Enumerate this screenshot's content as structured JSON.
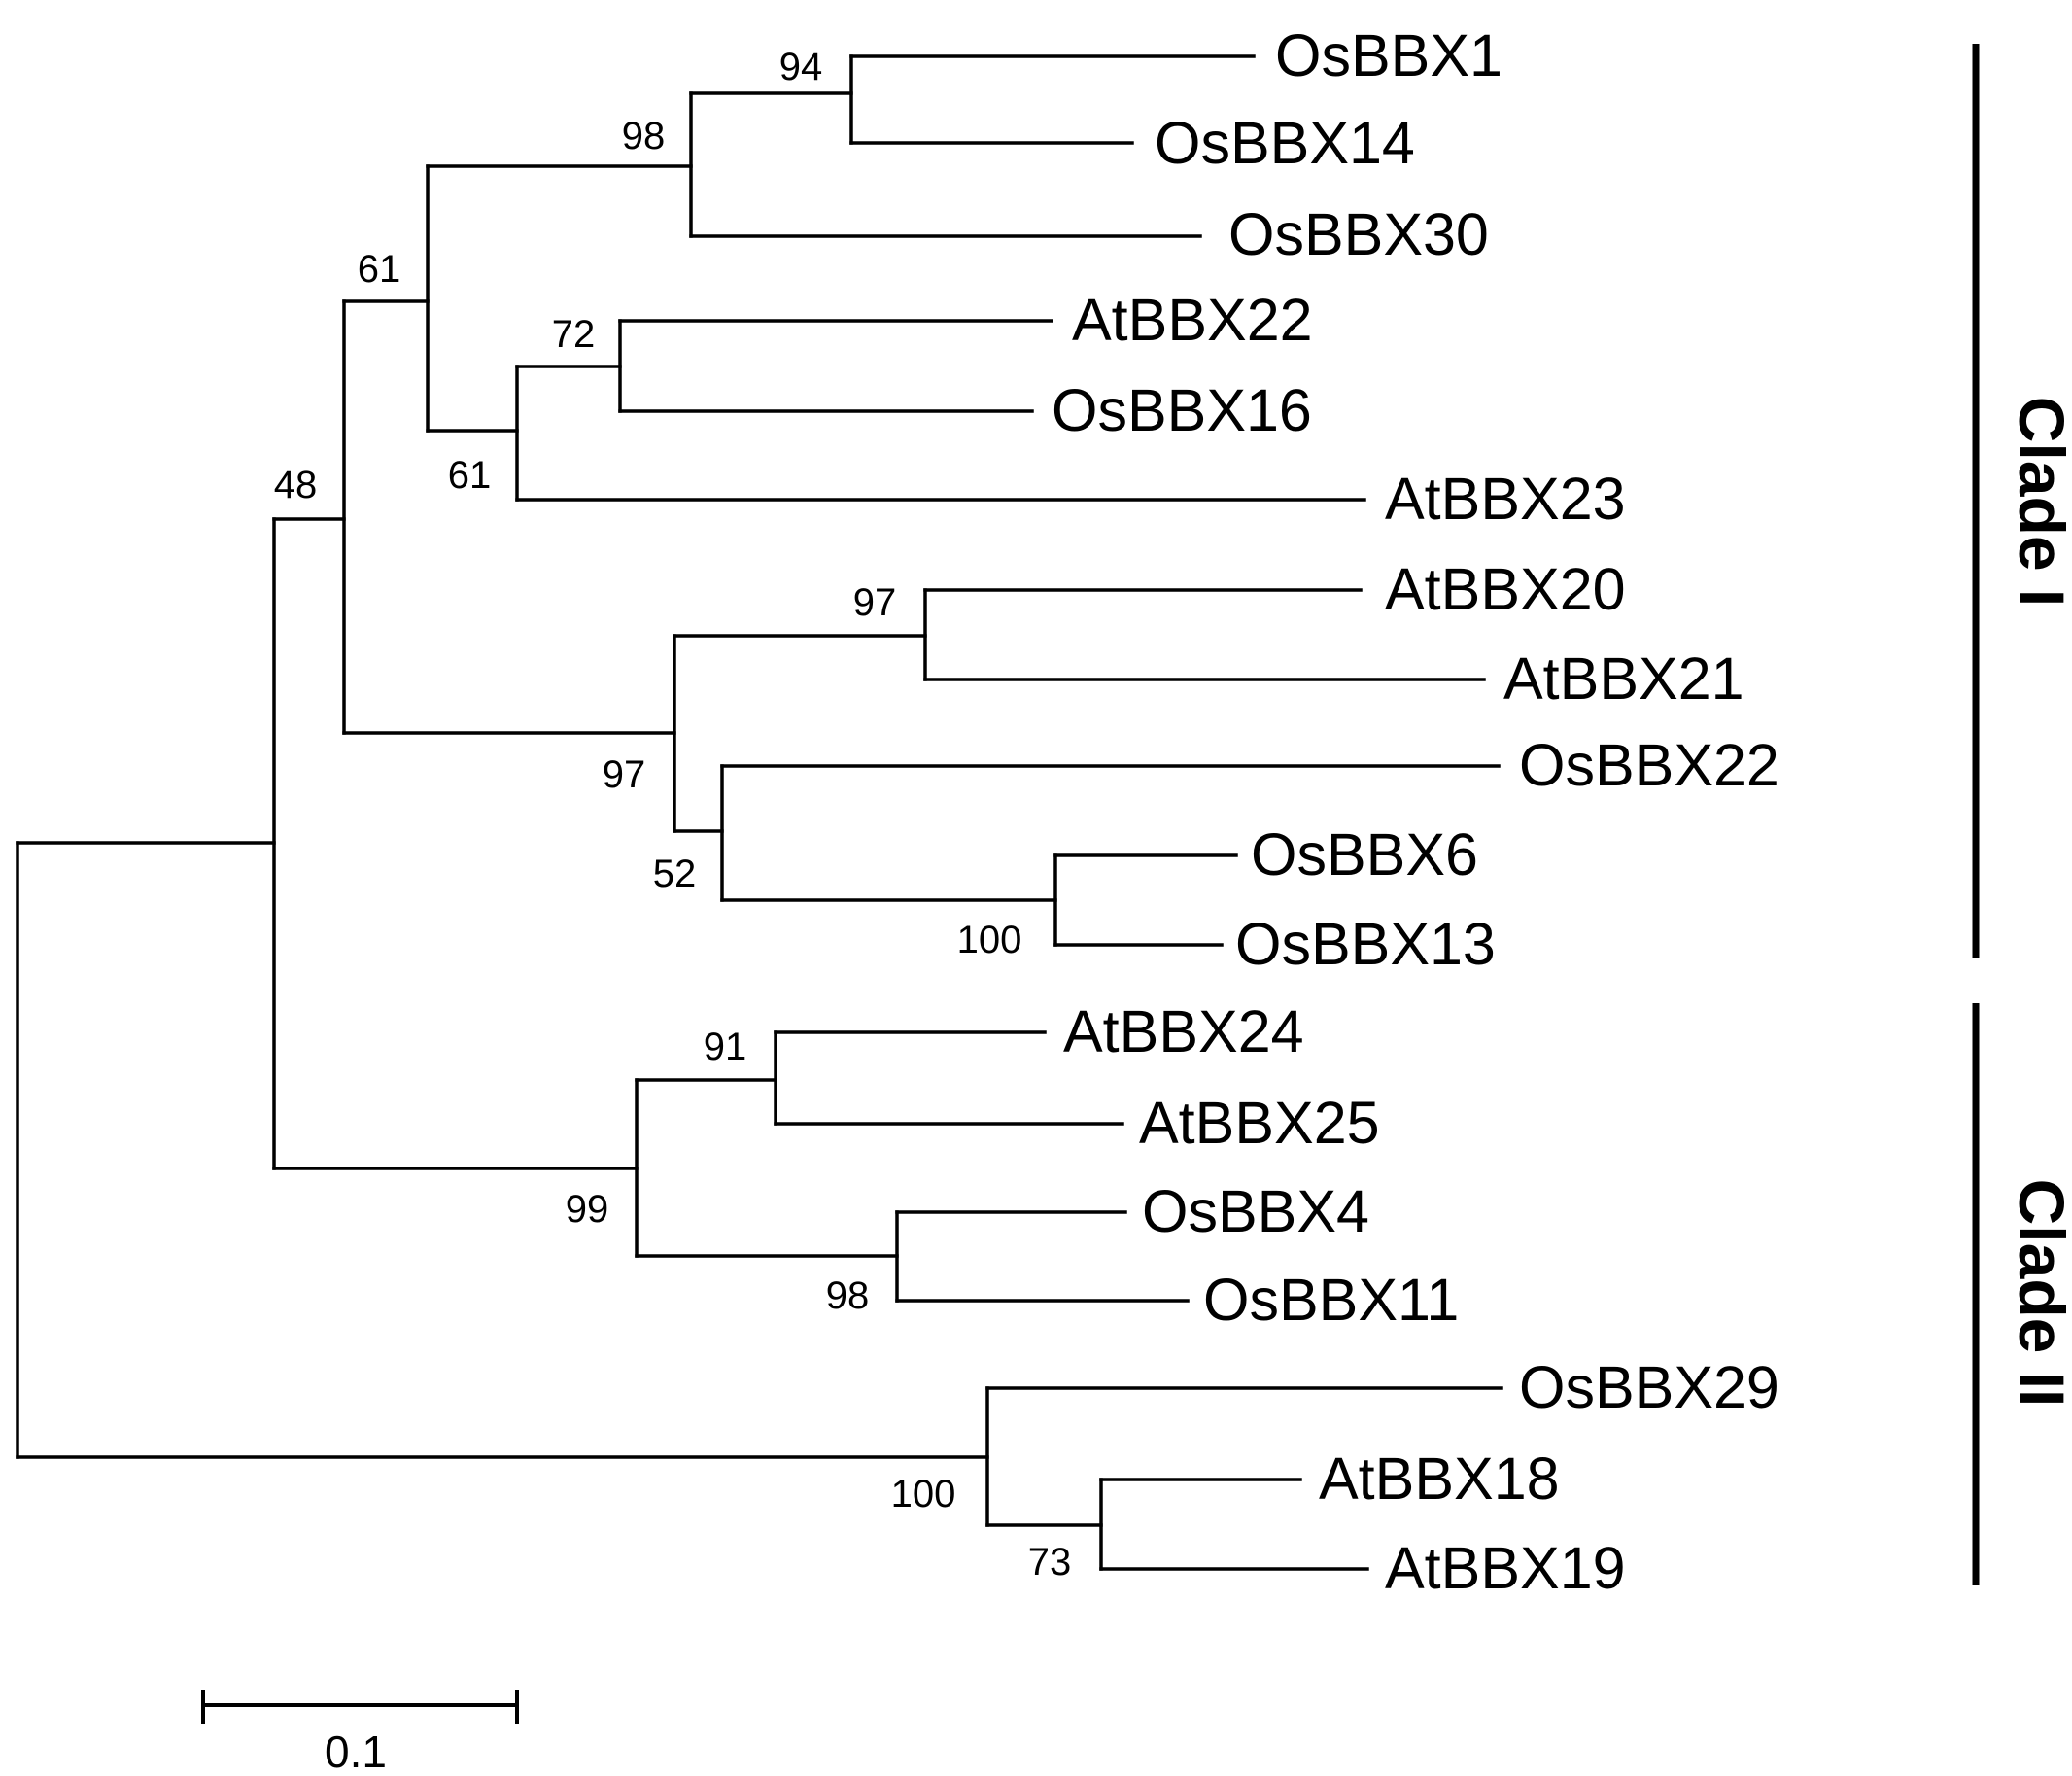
{
  "tree": {
    "leaves": [
      "OsBBX1",
      "OsBBX14",
      "OsBBX30",
      "AtBBX22",
      "OsBBX16",
      "AtBBX23",
      "AtBBX20",
      "AtBBX21",
      "OsBBX22",
      "OsBBX6",
      "OsBBX13",
      "AtBBX24",
      "AtBBX25",
      "OsBBX4",
      "OsBBX11",
      "OsBBX29",
      "AtBBX18",
      "AtBBX19"
    ],
    "bootstrap": [
      "94",
      "98",
      "61",
      "72",
      "61",
      "48",
      "97",
      "97",
      "52",
      "100",
      "91",
      "99",
      "98",
      "100",
      "73"
    ]
  },
  "clades": [
    {
      "label": "Clade I"
    },
    {
      "label": "Clade II"
    }
  ],
  "scale_bar": {
    "label": "0.1"
  }
}
